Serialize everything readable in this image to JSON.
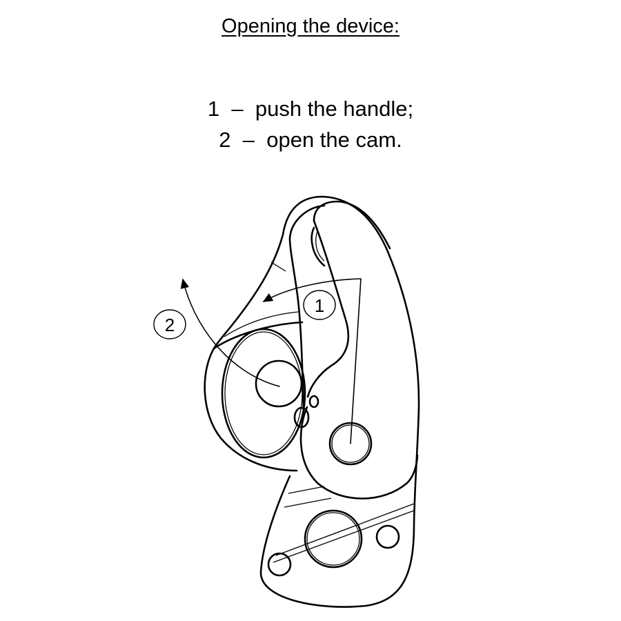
{
  "title": "Opening the device:",
  "steps": [
    {
      "number": "1",
      "text": "1  –  push the handle;"
    },
    {
      "number": "2",
      "text": "2  –  open the cam."
    }
  ],
  "diagram": {
    "callout_1": "1",
    "callout_2": "2",
    "line_color": "#000000",
    "background": "#ffffff"
  }
}
